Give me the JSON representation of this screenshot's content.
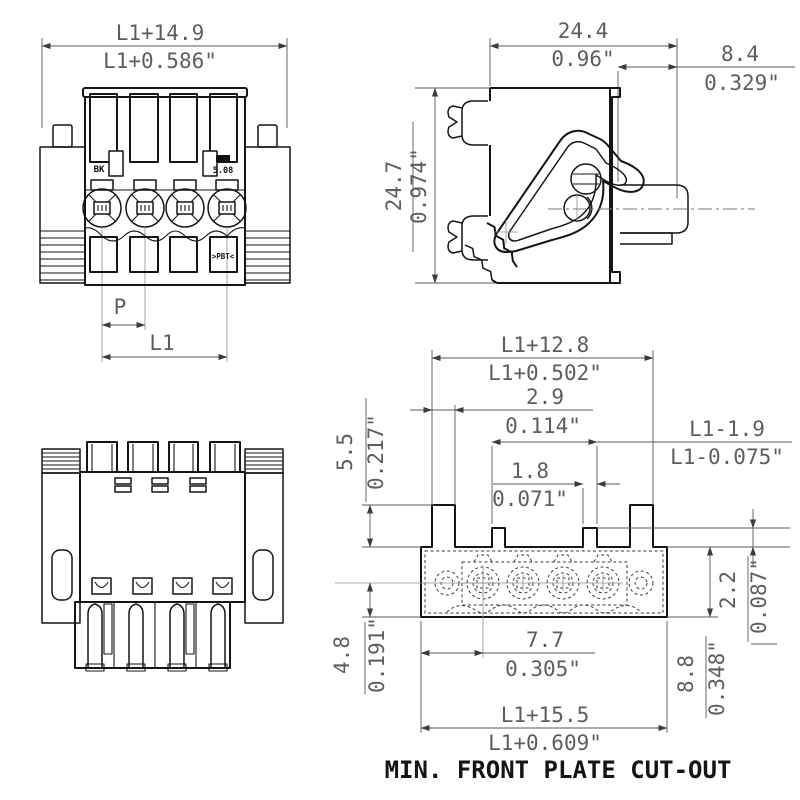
{
  "views": {
    "front": {
      "dim_width": {
        "mm": "L1+14.9",
        "inch": "L1+0.586\""
      },
      "dim_pitch": "P",
      "dim_span": "L1",
      "marking_left": "BK",
      "marking_right": "5.08",
      "marking_material": ">PBT<"
    },
    "side": {
      "dim_depth": {
        "mm": "24.4",
        "inch": "0.96\""
      },
      "dim_lever": {
        "mm": "8.4",
        "inch": "0.329\""
      },
      "dim_height": {
        "mm": "24.7",
        "inch": "0.974\""
      }
    },
    "cutout": {
      "caption": "MIN. FRONT PLATE CUT-OUT",
      "dim_tab_span": {
        "mm": "L1+12.8",
        "inch": "L1+0.502\""
      },
      "dim_tab_width": {
        "mm": "2.9",
        "inch": "0.114\""
      },
      "dim_notch_span": {
        "mm": "L1-1.9",
        "inch": "L1-0.075\""
      },
      "dim_notch_width": {
        "mm": "1.8",
        "inch": "0.071\""
      },
      "dim_tab_height": {
        "mm": "5.5",
        "inch": "0.217\""
      },
      "dim_pole_offset_v": {
        "mm": "4.8",
        "inch": "0.191\""
      },
      "dim_pole_offset_h": {
        "mm": "7.7",
        "inch": "0.305\""
      },
      "dim_notch_height": {
        "mm": "2.2",
        "inch": "0.087\""
      },
      "dim_open_height": {
        "mm": "8.8",
        "inch": "0.348\""
      },
      "dim_total_width": {
        "mm": "L1+15.5",
        "inch": "L1+0.609\""
      }
    }
  }
}
